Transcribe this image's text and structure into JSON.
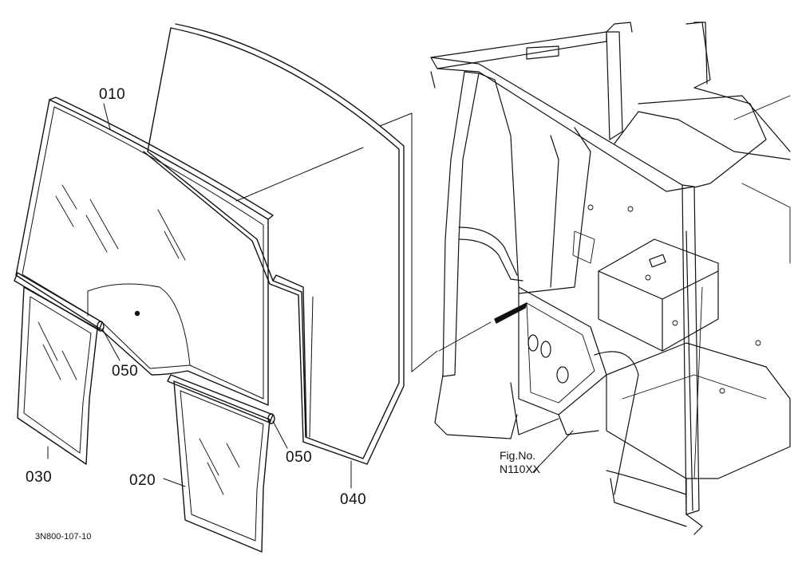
{
  "diagram": {
    "parts": [
      {
        "id": "p010",
        "label": "010"
      },
      {
        "id": "p020",
        "label": "020"
      },
      {
        "id": "p030",
        "label": "030"
      },
      {
        "id": "p040",
        "label": "040"
      },
      {
        "id": "p050a",
        "label": "050"
      },
      {
        "id": "p050b",
        "label": "050"
      }
    ],
    "figure_reference": {
      "line1": "Fig.No.",
      "line2": "N110XX"
    },
    "drawing_code": "3N800-107-10",
    "colors": {
      "line": "#111111",
      "background": "#ffffff"
    }
  }
}
